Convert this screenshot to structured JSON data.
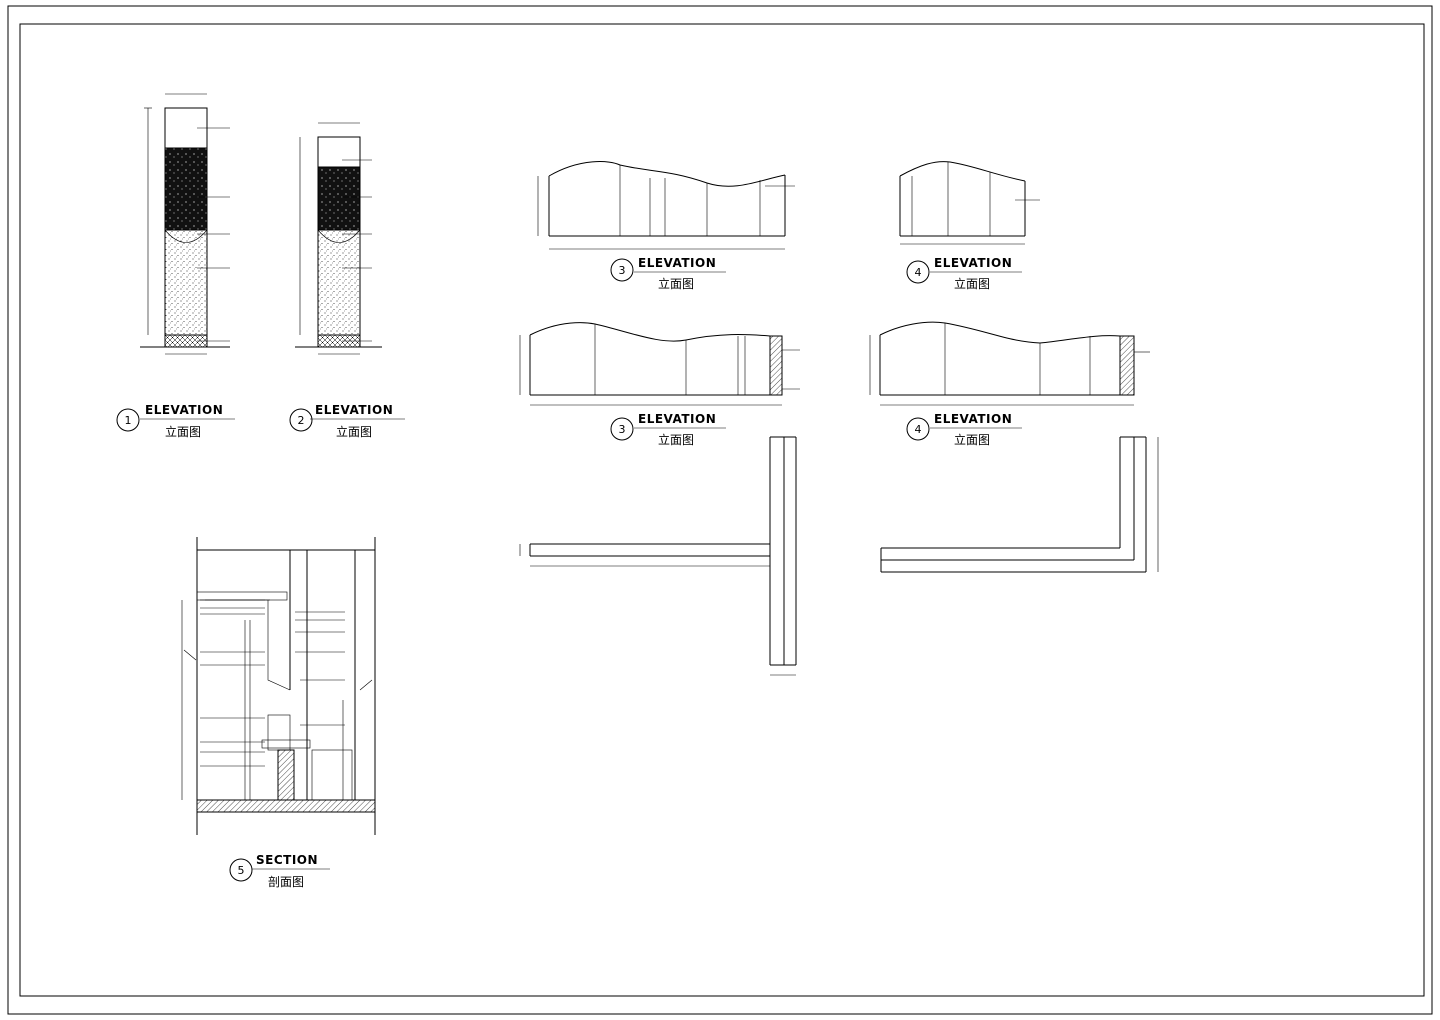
{
  "titles": {
    "t1": {
      "num": "1",
      "title": "ELEVATION",
      "subtitle": "立面图"
    },
    "t2": {
      "num": "2",
      "title": "ELEVATION",
      "subtitle": "立面图"
    },
    "t3a": {
      "num": "3",
      "title": "ELEVATION",
      "subtitle": "立面图"
    },
    "t4a": {
      "num": "4",
      "title": "ELEVATION",
      "subtitle": "立面图"
    },
    "t3b": {
      "num": "3",
      "title": "ELEVATION",
      "subtitle": "立面图"
    },
    "t4b": {
      "num": "4",
      "title": "ELEVATION",
      "subtitle": "立面图"
    },
    "t5": {
      "num": "5",
      "title": "SECTION",
      "subtitle": "剖面图"
    }
  }
}
